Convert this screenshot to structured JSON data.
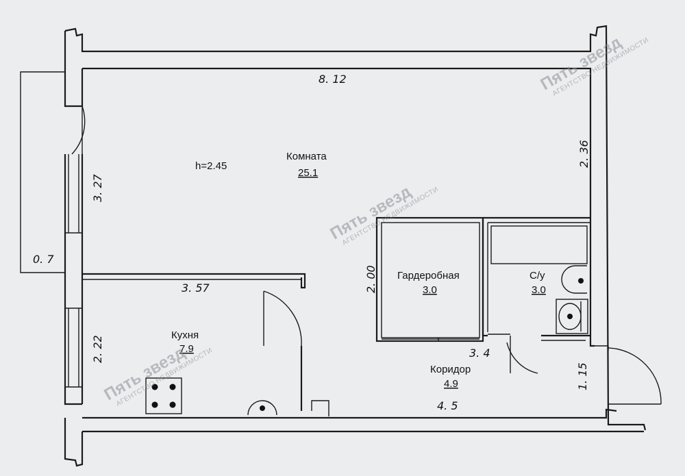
{
  "rooms": {
    "main_room": {
      "name": "Комната",
      "area": "25.1"
    },
    "height": "h=2.45",
    "wardrobe": {
      "name": "Гардеробная",
      "area": "3.0"
    },
    "bathroom": {
      "name": "С/у",
      "area": "3.0"
    },
    "kitchen": {
      "name": "Кухня",
      "area": "7.9"
    },
    "corridor": {
      "name": "Коридор",
      "area": "4.9"
    }
  },
  "dimensions": {
    "top_wall": "8. 12",
    "right_wall": "2. 36",
    "left_upper": "3. 27",
    "left_balcony": "0. 7",
    "kitchen_wall": "3. 57",
    "left_lower": "2. 22",
    "wardrobe_height": "2. 00",
    "corridor_gap": "3. 4",
    "entrance": "1. 15",
    "bottom_wall": "4. 5"
  },
  "watermark": {
    "brand": "Пять звезд",
    "tagline": "АГЕНТСТВО НЕДВИЖИМОСТИ"
  }
}
